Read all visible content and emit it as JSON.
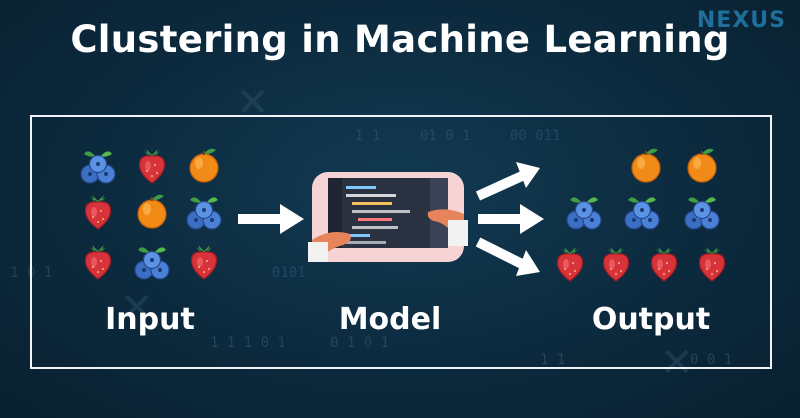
{
  "title": "Clustering in Machine Learning",
  "logo_text": "NEXUS",
  "labels": {
    "input": "Input",
    "model": "Model",
    "output": "Output"
  },
  "background_binary": [
    "1 1",
    "01 0 1",
    "00 011",
    "1 0 1",
    "0101",
    "1 1 1 0 1",
    "0 1 0 1",
    "1 1",
    "0 0 1"
  ],
  "colors": {
    "background": "#0c2a3e",
    "frame": "#f0f4f8",
    "arrow": "#ffffff",
    "blueberry": "#3b6fc4",
    "strawberry": "#d8323a",
    "orange": "#f28a18",
    "laptop": "#f6d4d6"
  },
  "fruit_grid": {
    "input": [
      [
        "blueberry-icon",
        "strawberry-icon",
        "orange-icon"
      ],
      [
        "strawberry-icon",
        "orange-icon",
        "blueberry-icon"
      ],
      [
        "strawberry-icon",
        "blueberry-icon",
        "strawberry-icon"
      ]
    ],
    "output": [
      [
        "orange-icon",
        "orange-icon"
      ],
      [
        "blueberry-icon",
        "blueberry-icon",
        "blueberry-icon"
      ],
      [
        "strawberry-icon",
        "strawberry-icon",
        "strawberry-icon",
        "strawberry-icon"
      ]
    ]
  }
}
